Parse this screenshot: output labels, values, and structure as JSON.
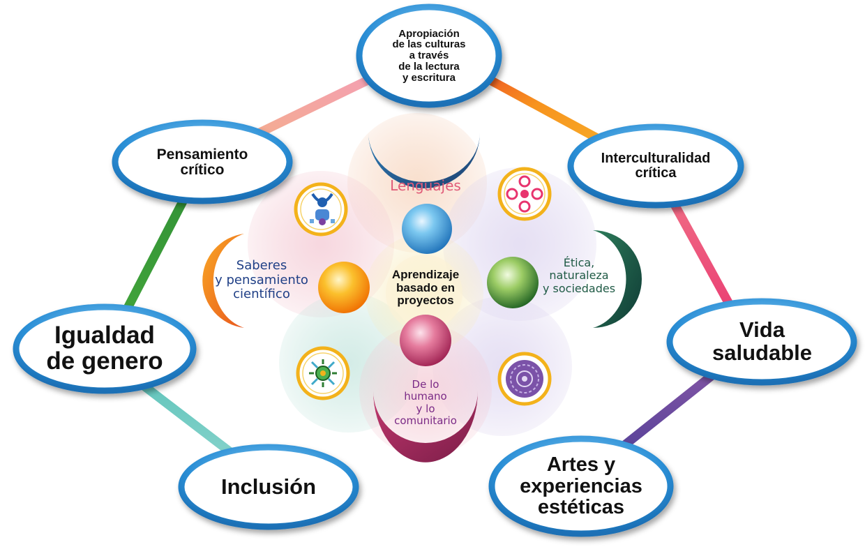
{
  "center": {
    "label": "Aprendizaje\nbasado en\nproyectos"
  },
  "campos": [
    {
      "id": "lenguajes",
      "label": "Lenguajes",
      "color": "#e05a78",
      "icon": "globe-icon"
    },
    {
      "id": "saberes",
      "label": "Saberes\ny pensamiento\ncientífico",
      "color": "#1f3f86",
      "icon": "sphere-icon"
    },
    {
      "id": "etica",
      "label": "Ética,\nnaturaleza\ny sociedades",
      "color": "#1f5a45",
      "icon": "sphere-icon"
    },
    {
      "id": "humano",
      "label": "De lo\nhumano\ny lo\ncomunitario",
      "color": "#7a2a86",
      "icon": "sphere-icon"
    }
  ],
  "ejes": [
    {
      "id": "apropiacion",
      "label": "Apropiación\nde las culturas\na través\nde la lectura\ny escritura"
    },
    {
      "id": "interculturalidad",
      "label": "Interculturalidad\ncrítica"
    },
    {
      "id": "vida",
      "label": "Vida\nsaludable"
    },
    {
      "id": "artes",
      "label": "Artes y\nexperiencias\nestéticas"
    },
    {
      "id": "inclusion",
      "label": "Inclusión"
    },
    {
      "id": "igualdad",
      "label": "Igualdad\nde genero"
    },
    {
      "id": "pensamiento",
      "label": "Pensamiento\ncrítico"
    }
  ],
  "icons": [
    "figure-emblem-icon",
    "spiral-flower-emblem-icon",
    "sun-flower-emblem-icon",
    "mandala-emblem-icon"
  ],
  "colors": {
    "ring": "#2b8fd6",
    "ring_light": "#7ec3ef"
  }
}
